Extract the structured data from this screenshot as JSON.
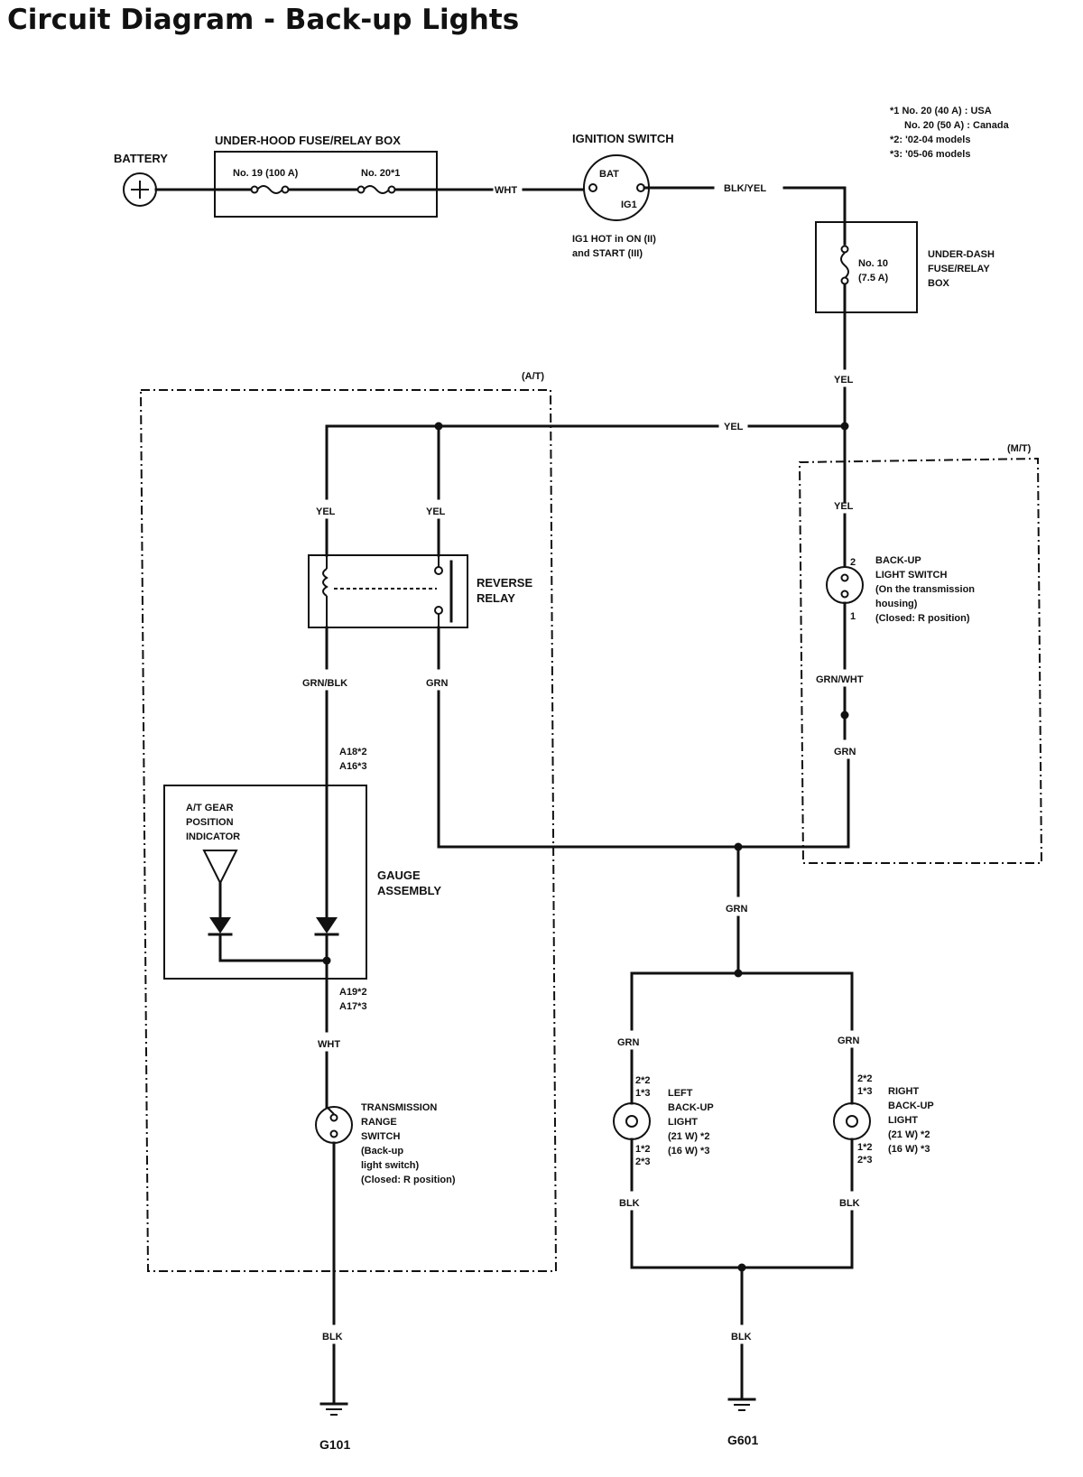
{
  "title": "Circuit Diagram - Back-up Lights",
  "notes": [
    "*1 No. 20 (40 A) : USA",
    "No. 20 (50 A) : Canada",
    "*2: '02-04 models",
    "*3: '05-06 models"
  ],
  "battery": "BATTERY",
  "underhood": {
    "title": "UNDER-HOOD FUSE/RELAY BOX",
    "fuse19": "No. 19 (100 A)",
    "fuse20": "No. 20*1"
  },
  "ignition": {
    "title": "IGNITION SWITCH",
    "bat": "BAT",
    "ig1": "IG1",
    "note1": "IG1 HOT in ON (II)",
    "note2": "and START (III)"
  },
  "underdash": {
    "fuse": "No. 10",
    "rating": "(7.5 A)",
    "l1": "UNDER-DASH",
    "l2": "FUSE/RELAY",
    "l3": "BOX"
  },
  "wires": {
    "wht": "WHT",
    "blkyel": "BLK/YEL",
    "yel": "YEL",
    "grn": "GRN",
    "grnblk": "GRN/BLK",
    "grnwht": "GRN/WHT",
    "blk": "BLK"
  },
  "at": "(A/T)",
  "mt": "(M/T)",
  "relay": {
    "l1": "REVERSE",
    "l2": "RELAY"
  },
  "gauge": {
    "ind1": "A/T GEAR",
    "ind2": "POSITION",
    "ind3": "INDICATOR",
    "ga1": "GAUGE",
    "ga2": "ASSEMBLY",
    "a18": "A18*2",
    "a16": "A16*3",
    "a19": "A19*2",
    "a17": "A17*3"
  },
  "trs": {
    "l1": "TRANSMISSION",
    "l2": "RANGE",
    "l3": "SWITCH",
    "l4": "(Back-up",
    "l5": "light switch)",
    "l6": "(Closed: R position)"
  },
  "bls": {
    "l1": "BACK-UP",
    "l2": "LIGHT SWITCH",
    "l3": "(On the transmission",
    "l4": "housing)",
    "l5": "(Closed: R position)",
    "p2": "2",
    "p1": "1"
  },
  "left": {
    "l1": "LEFT",
    "l2": "BACK-UP",
    "l3": "LIGHT",
    "l4": "(21 W) *2",
    "l5": "(16 W) *3",
    "pa": "2*2",
    "pb": "1*3",
    "pc": "1*2",
    "pd": "2*3"
  },
  "right": {
    "l1": "RIGHT",
    "l2": "BACK-UP",
    "l3": "LIGHT",
    "l4": "(21 W) *2",
    "l5": "(16 W) *3",
    "pa": "2*2",
    "pb": "1*3",
    "pc": "1*2",
    "pd": "2*3"
  },
  "grounds": {
    "g101": "G101",
    "g601": "G601"
  }
}
